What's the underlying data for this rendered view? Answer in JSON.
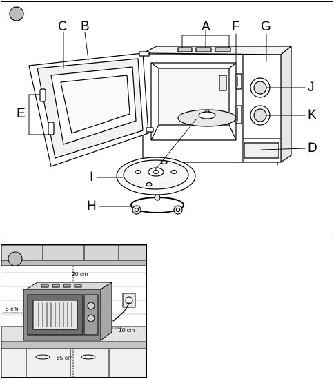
{
  "figure1": {
    "callouts": {
      "A": "A",
      "B": "B",
      "C": "C",
      "D": "D",
      "E": "E",
      "F": "F",
      "G": "G",
      "H": "H",
      "I": "I",
      "J": "J",
      "K": "K"
    }
  },
  "figure2": {
    "dimensions": {
      "top": "20 cm",
      "side": "5 cm",
      "back": "10 cm",
      "height": "85 cm"
    }
  }
}
